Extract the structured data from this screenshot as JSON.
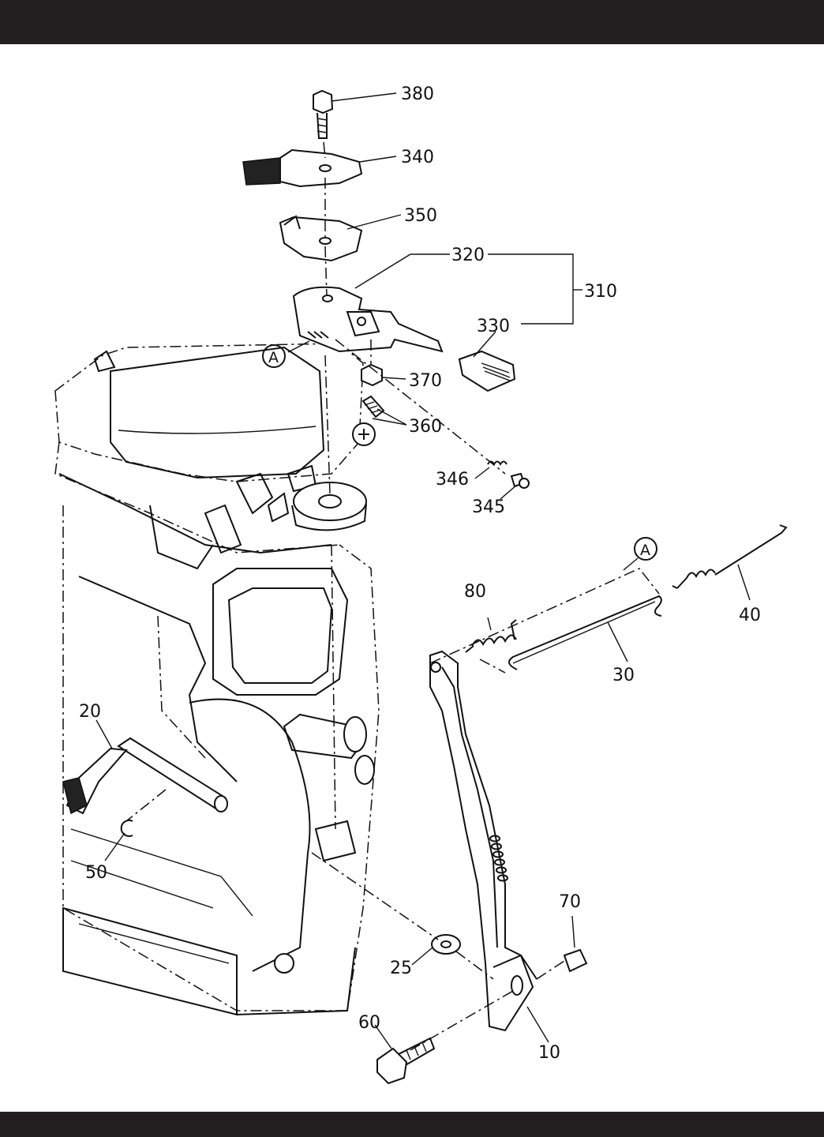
{
  "callouts": {
    "p380": "380",
    "p340": "340",
    "p350": "350",
    "p320": "320",
    "p310": "310",
    "p330": "330",
    "p370": "370",
    "p360": "360",
    "p346": "346",
    "p345": "345",
    "p80": "80",
    "p40": "40",
    "p30": "30",
    "p20": "20",
    "p50": "50",
    "p70": "70",
    "p25": "25",
    "p60": "60",
    "p10": "10"
  },
  "refs": {
    "a_top": "A",
    "a_bottom": "A"
  },
  "colors": {
    "frame_bar": "#231f20",
    "ink": "#111111",
    "paper": "#ffffff"
  }
}
